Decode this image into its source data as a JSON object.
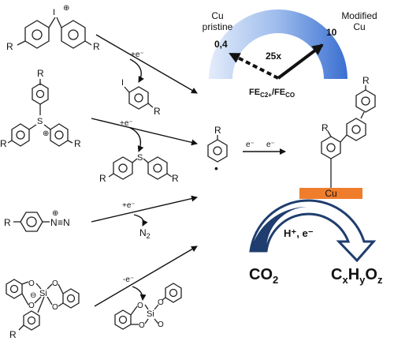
{
  "gauge": {
    "left_label_line1": "Cu",
    "left_label_line2": "pristine",
    "right_label_line1": "Modified",
    "right_label_line2": "Cu",
    "value_low": "0,4",
    "value_high": "10",
    "factor": "25x",
    "ratio_main1": "FE",
    "ratio_sub1": "C2+",
    "ratio_sep": "/FE",
    "ratio_sub2": "CO",
    "color_light": "#dce8f8",
    "color_dark": "#3a6fd1"
  },
  "reagents": {
    "r": "R",
    "iodonium_charge": "⊕",
    "iodine": "I",
    "sulfur": "S",
    "sulfonium_charge": "⊕",
    "diazonium_n": "N",
    "triple_n": "≡N",
    "diazonium_charge": "⊕",
    "silicate_si": "Si",
    "silicate_charge": "⊖",
    "oxygen": "O"
  },
  "steps": {
    "reduction_label": "+e⁻",
    "oxidation_label": "-e⁻",
    "n2": "N",
    "n2_sub": "2",
    "electron": "e⁻"
  },
  "radical": {
    "r": "R",
    "dot": "•"
  },
  "surface": {
    "cu_label": "Cu",
    "cu_color": "#ef7d2c",
    "biphenyl_r": "R"
  },
  "co2_cycle": {
    "reagents": "H⁺, e⁻",
    "co2_main": "CO",
    "co2_sub": "2",
    "product_c": "C",
    "product_x": "x",
    "product_h": "H",
    "product_y": "y",
    "product_o": "O",
    "product_z": "z",
    "arrow_color": "#1f3d6e"
  }
}
